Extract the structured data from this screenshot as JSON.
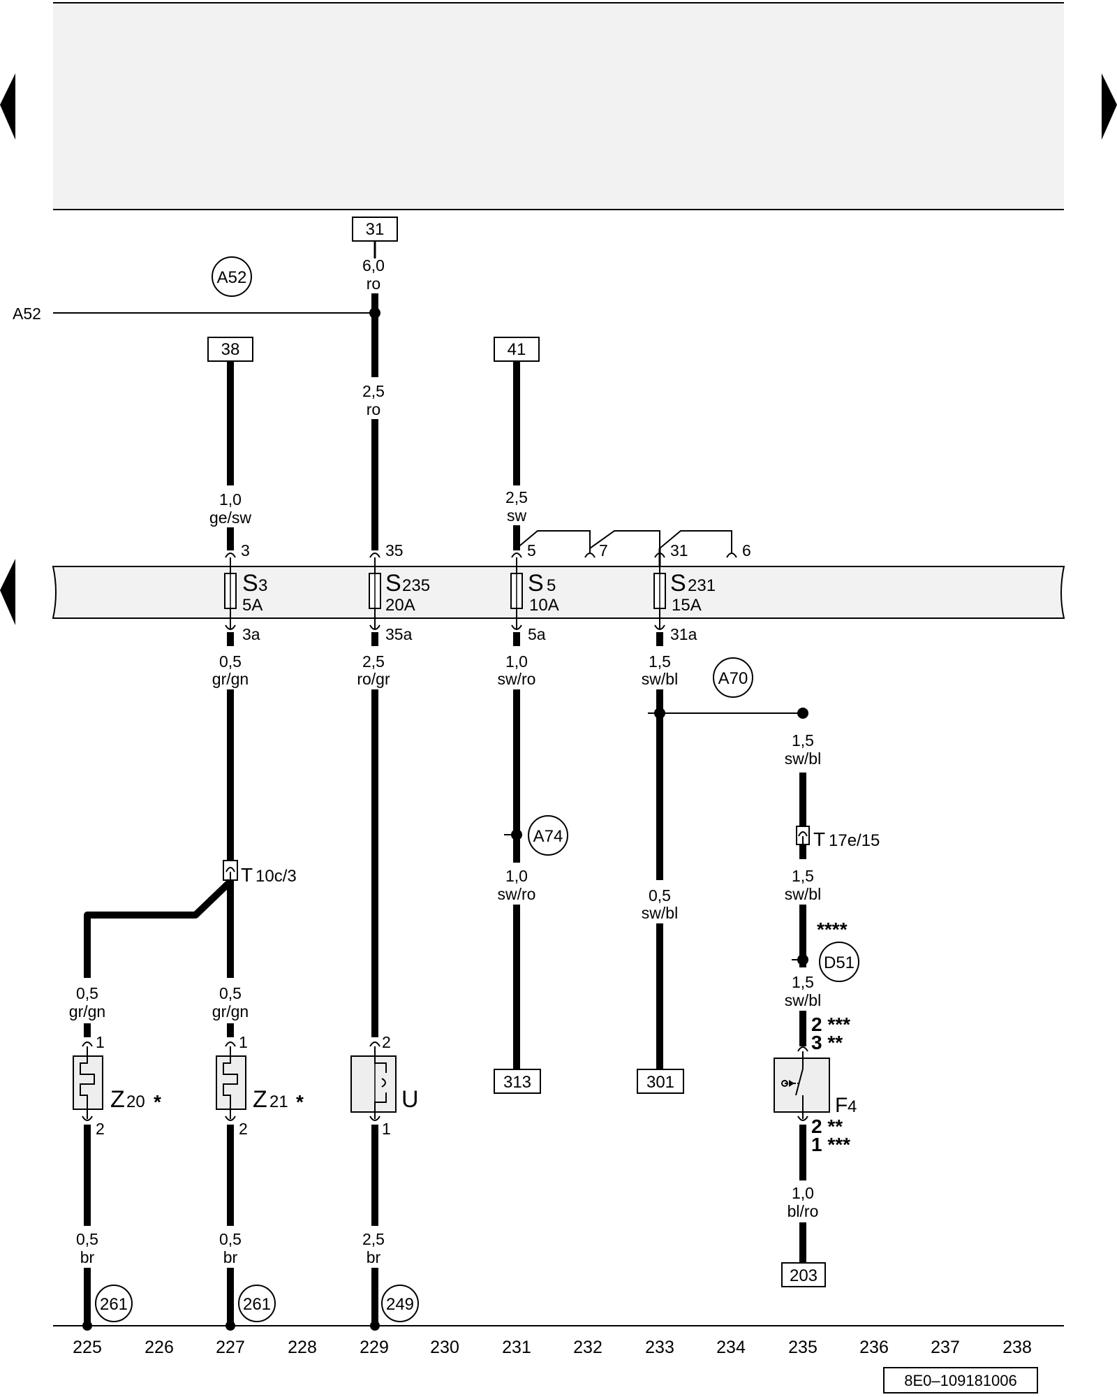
{
  "colors": {
    "panel_fill": "#f2f2f2",
    "line": "#000000",
    "component_fill": "#eeeeee"
  },
  "nav": {
    "left_arrow": "triangle-left",
    "right_arrow": "triangle-right",
    "left_arrow_fuse": "triangle-left"
  },
  "top_ref": "31",
  "external_connection": "A52",
  "grounds": [
    {
      "id": "A52"
    },
    {
      "id": "A70"
    },
    {
      "id": "A74"
    },
    {
      "id": "D51"
    }
  ],
  "ref_boxes": {
    "r38": "38",
    "r41": "41",
    "r313": "313",
    "r301": "301",
    "r203": "203"
  },
  "wires": {
    "w_top_gauge": "6,0",
    "w_top_color": "ro",
    "w_s235_in_gauge": "2,5",
    "w_s235_in_color": "ro",
    "w_s3_in_gauge": "1,0",
    "w_s3_in_color": "ge/sw",
    "w_s5_in_gauge": "2,5",
    "w_s5_in_color": "sw",
    "w_s3_out_gauge": "0,5",
    "w_s3_out_color": "gr/gn",
    "w_s235_out_gauge": "2,5",
    "w_s235_out_color": "ro/gr",
    "w_s5_out_gauge": "1,0",
    "w_s5_out_color": "sw/ro",
    "w_s231_out_gauge": "1,5",
    "w_s231_out_color": "sw/bl",
    "w_f4_top_gauge": "1,5",
    "w_f4_top_color": "sw/bl",
    "w_a74_gauge": "1,0",
    "w_a74_color": "sw/ro",
    "w_301_gauge": "0,5",
    "w_301_color": "sw/bl",
    "w_t17_gauge": "1,5",
    "w_t17_color": "sw/bl",
    "w_d51_gauge": "1,5",
    "w_d51_color": "sw/bl",
    "w_z20_gauge": "0,5",
    "w_z20_color": "gr/gn",
    "w_z21_gauge": "0,5",
    "w_z21_color": "gr/gn",
    "w_z20_gnd_gauge": "0,5",
    "w_z20_gnd_color": "br",
    "w_z21_gnd_gauge": "0,5",
    "w_z21_gnd_color": "br",
    "w_u_gnd_gauge": "2,5",
    "w_u_gnd_color": "br",
    "w_f4_out_gauge": "1,0",
    "w_f4_out_color": "bl/ro"
  },
  "fuses": [
    {
      "name": "S",
      "num": "3",
      "rating": "5A",
      "pin_in": "3",
      "pin_out": "3a"
    },
    {
      "name": "S",
      "num": "235",
      "rating": "20A",
      "pin_in": "35",
      "pin_out": "35a"
    },
    {
      "name": "S",
      "num": "5",
      "rating": "10A",
      "pin_in": "5",
      "pin_out": "5a"
    },
    {
      "name": "S",
      "num": "231",
      "rating": "15A",
      "pin_in": "31",
      "pin_out": "31a"
    }
  ],
  "bridge_pins": {
    "p7": "7",
    "p6": "6"
  },
  "connectors": {
    "t10c": {
      "name": "T",
      "sub": "10c/3"
    },
    "t17e": {
      "name": "T",
      "sub": "17e/15"
    }
  },
  "components": {
    "z20": {
      "name": "Z",
      "num": "20",
      "star": "*",
      "pin_top": "1",
      "pin_bottom": "2"
    },
    "z21": {
      "name": "Z",
      "num": "21",
      "star": "*",
      "pin_top": "1",
      "pin_bottom": "2"
    },
    "u": {
      "name": "U",
      "pin_top": "2",
      "pin_bottom": "1"
    },
    "f4": {
      "name": "F",
      "num": "4",
      "pin_top_a": "2 ***",
      "pin_top_b": "3 **",
      "pin_bottom_a": "2 **",
      "pin_bottom_b": "1 ***",
      "stars_above": "****"
    }
  },
  "ground_refs": {
    "g261a": "261",
    "g261b": "261",
    "g249": "249"
  },
  "scale": [
    "225",
    "226",
    "227",
    "228",
    "229",
    "230",
    "231",
    "232",
    "233",
    "234",
    "235",
    "236",
    "237",
    "238"
  ],
  "doc_id": "8E0–109181006"
}
